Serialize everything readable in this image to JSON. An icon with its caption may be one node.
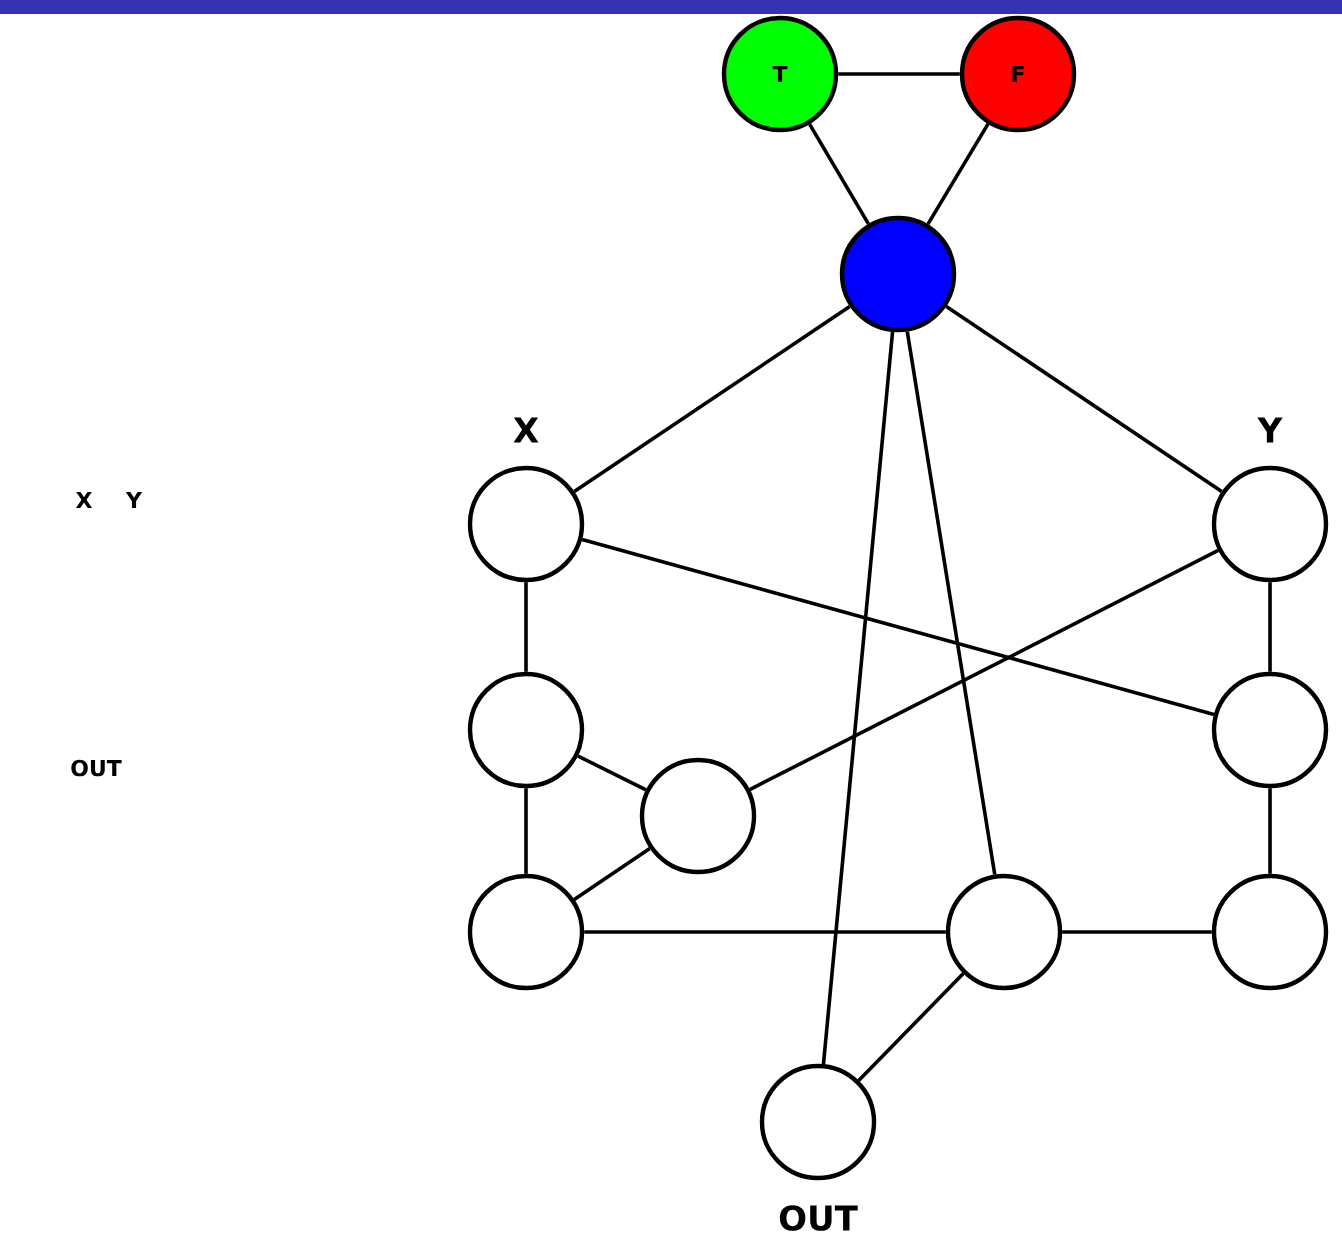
{
  "diagram": {
    "nodes": [
      {
        "text": [
          "T"
        ]
      },
      {
        "text": [
          "F"
        ]
      },
      {
        "text": [],
        "shape": "circle"
      },
      {
        "text": [],
        "shape": "circle",
        "beside": [
          "X"
        ]
      },
      {
        "text": [],
        "shape": "circle",
        "beside": [
          "Y"
        ]
      },
      {
        "text": [],
        "shape": "circle"
      },
      {
        "text": [],
        "shape": "circle"
      },
      {
        "text": [],
        "shape": "circle"
      },
      {
        "text": [],
        "shape": "circle"
      },
      {
        "text": [],
        "shape": "circle"
      },
      {
        "text": [],
        "shape": "circle"
      },
      {
        "text": [],
        "shape": "circle",
        "beside": [
          "OUT"
        ]
      }
    ],
    "edges": [
      {
        "from": 0,
        "to": 1,
        "arrow": "none"
      },
      {
        "from": 0,
        "to": 2,
        "arrow": "none"
      },
      {
        "from": 1,
        "to": 2,
        "arrow": "none"
      },
      {
        "from": 2,
        "to": 3,
        "arrow": "none"
      },
      {
        "from": 2,
        "to": 4,
        "arrow": "none"
      },
      {
        "from": 2,
        "to": 11,
        "arrow": "none"
      },
      {
        "from": 2,
        "to": 9,
        "arrow": "none"
      },
      {
        "from": 3,
        "to": 5,
        "arrow": "none"
      },
      {
        "from": 3,
        "to": 6,
        "arrow": "none"
      },
      {
        "from": 4,
        "to": 6,
        "arrow": "none"
      },
      {
        "from": 4,
        "to": 7,
        "arrow": "none"
      },
      {
        "from": 5,
        "to": 7,
        "arrow": "none"
      },
      {
        "from": 5,
        "to": 8,
        "arrow": "none"
      },
      {
        "from": 7,
        "to": 8,
        "arrow": "none"
      },
      {
        "from": 8,
        "to": 9,
        "arrow": "none"
      },
      {
        "from": 9,
        "to": 10,
        "arrow": "none"
      },
      {
        "from": 6,
        "to": 10,
        "arrow": "none"
      },
      {
        "from": 9,
        "to": 11,
        "arrow": "none"
      }
    ],
    "labels": [
      "X",
      "Y",
      "OUT"
    ]
  }
}
